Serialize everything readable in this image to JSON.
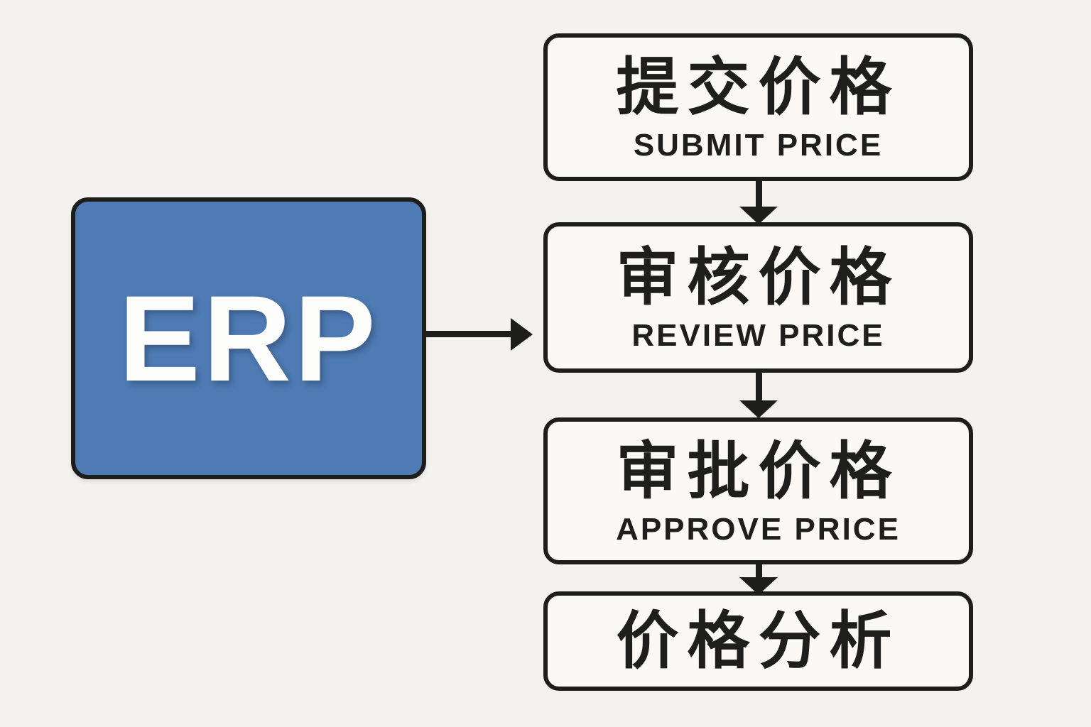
{
  "diagram_title": "ERP price workflow diagram",
  "colors": {
    "background": "#f3f2ee",
    "node_fill": "#faf9f6",
    "node_border": "#1d1d1b",
    "erp_fill": "#4e7bb4",
    "erp_text": "#fdfdfb",
    "arrow": "#1d1d1b",
    "step_text": "#1e1e1c"
  },
  "erp": {
    "label": "ERP"
  },
  "steps": [
    {
      "zh": "提交价格",
      "en": "SUBMIT PRICE"
    },
    {
      "zh": "审核价格",
      "en": "REVIEW PRICE"
    },
    {
      "zh": "审批价格",
      "en": "APPROVE PRICE"
    },
    {
      "zh": "价格分析",
      "en": ""
    }
  ]
}
